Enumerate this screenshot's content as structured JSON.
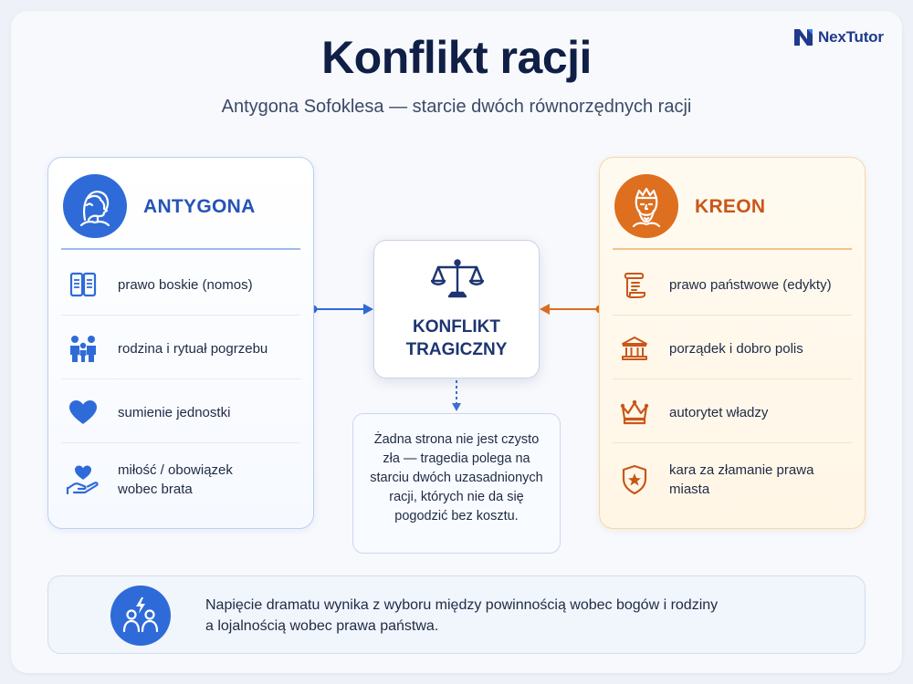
{
  "brand": {
    "name": "NexTutor"
  },
  "header": {
    "title": "Konflikt racji",
    "subtitle": "Antygona Sofoklesa — starcie dwóch równorzędnych racji"
  },
  "left_card": {
    "title": "ANTYGONA",
    "accent": "#2f6bd8",
    "items": [
      {
        "label": "prawo boskie (nomos)",
        "icon": "book-icon"
      },
      {
        "label": "rodzina i rytuał pogrzebu",
        "icon": "family-icon"
      },
      {
        "label": "sumienie jednostki",
        "icon": "heart-icon"
      },
      {
        "label_line1": "miłość / obowiązek",
        "label_line2": "wobec brata",
        "icon": "heart-hand-icon"
      }
    ]
  },
  "right_card": {
    "title": "KREON",
    "accent": "#dd6f1f",
    "items": [
      {
        "label": "prawo państwowe (edykty)",
        "icon": "scroll-icon"
      },
      {
        "label": "porządek i dobro polis",
        "icon": "temple-icon"
      },
      {
        "label": "autorytet władzy",
        "icon": "crown-icon"
      },
      {
        "label_line1": "kara za złamanie prawa",
        "label_line2": "miasta",
        "icon": "shield-icon"
      }
    ]
  },
  "center": {
    "title_line1": "KONFLIKT",
    "title_line2": "TRAGICZNY",
    "icon": "scales-icon"
  },
  "note": {
    "text": "Żadna strona nie jest czysto zła — tragedia polega na starciu dwóch uzasadnionych racji, których nie da się pogodzić bez kosztu."
  },
  "footer": {
    "line1": "Napięcie dramatu wynika z wyboru między powinnością wobec bogów i rodziny",
    "line2": "a lojalnością wobec prawa państwa.",
    "icon": "conflict-people-icon"
  }
}
